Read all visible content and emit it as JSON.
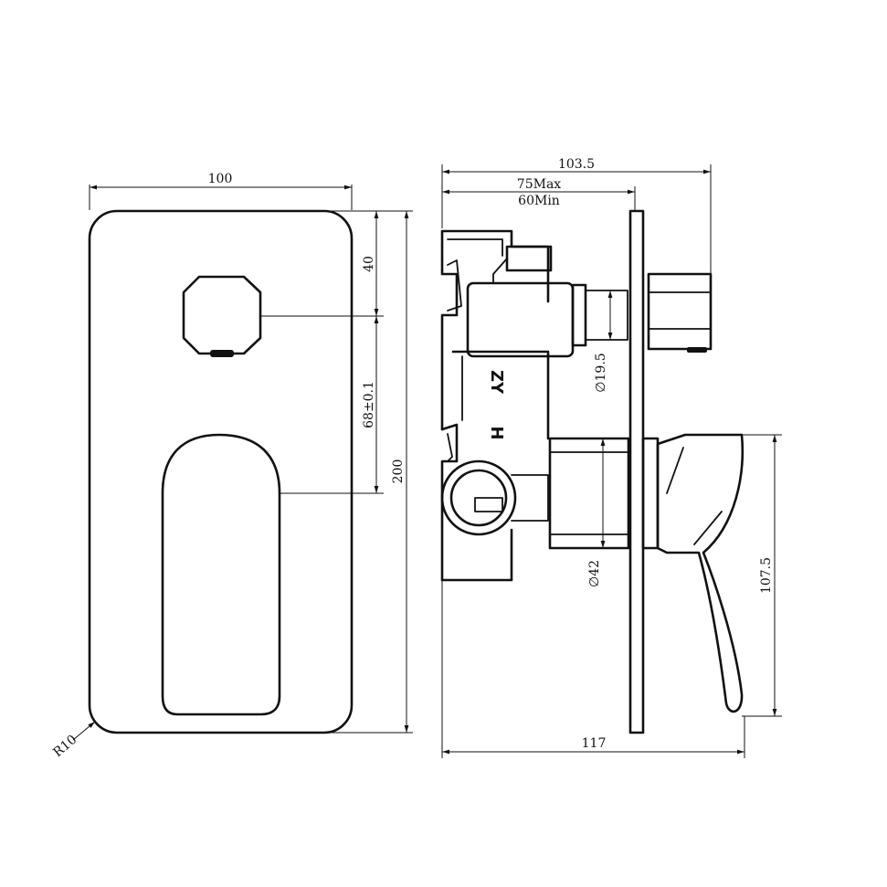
{
  "front_view": {
    "width": "100",
    "height": "200",
    "button_offset": "40",
    "spacing": "68±0.1",
    "corner_radius": "R10"
  },
  "side_view": {
    "overall_depth": "103.5",
    "depth_max": "75Max",
    "depth_min": "60Min",
    "outlet_diameter": "∅19.5",
    "body_diameter": "∅42",
    "handle_height": "107.5",
    "total_depth": "117",
    "body_mark_cold": "ZY",
    "body_mark_hot": "H"
  }
}
